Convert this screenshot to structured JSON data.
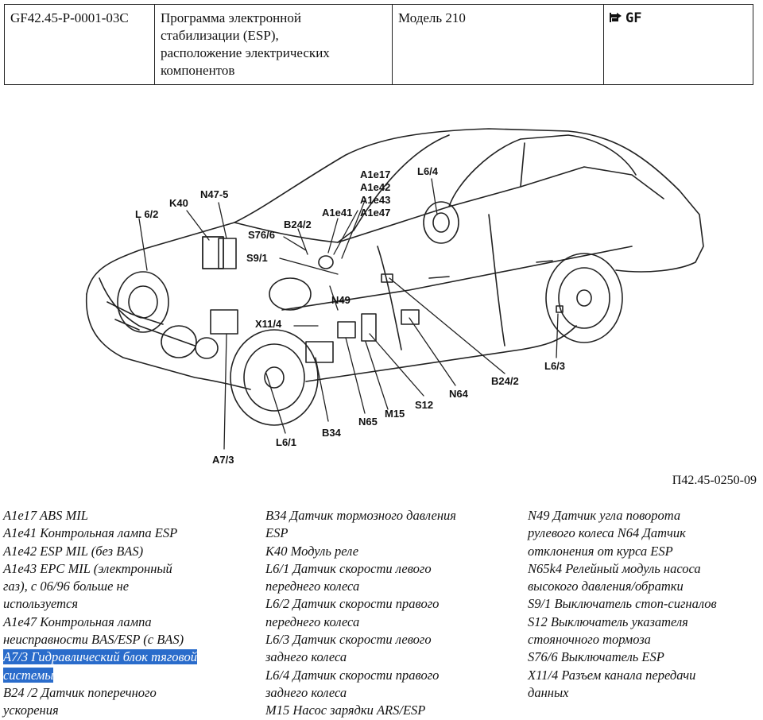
{
  "header": {
    "code": "GF42.45-P-0001-03C",
    "title_lines": [
      "Программа электронной",
      "стабилизации (ESP),",
      "расположение электрических",
      "компонентов"
    ],
    "model": "Модель 210",
    "gf_label": "GF",
    "gf_icon": "hand-pointer-icon"
  },
  "figure": {
    "code": "П42.45-0250-09",
    "callouts": {
      "l62": "L 6/2",
      "k40": "K40",
      "n475": "N47-5",
      "s766": "S76/6",
      "b242a": "B24/2",
      "s91": "S9/1",
      "a1e17": "A1e17",
      "a1e42": "A1e42",
      "a1e43": "A1e43",
      "a1e47": "A1e47",
      "a1e41": "A1e41",
      "l64": "L6/4",
      "n49": "N49",
      "x114": "X11/4",
      "b242b": "B24/2",
      "l63": "L6/3",
      "n64": "N64",
      "s12": "S12",
      "m15": "M15",
      "n65": "N65",
      "b34": "B34",
      "l61": "L6/1",
      "a73": "A7/3"
    }
  },
  "legend": {
    "col1": [
      "A1e17 ABS MIL",
      "A1e41 Контрольная лампа ESP",
      "A1e42 ESP MIL (без BAS)",
      "A1e43 EPC MIL (электронный",
      "газ), с 06/96 больше не",
      "используется",
      "A1e47 Контрольная лампа",
      "неисправности BAS/ESP (с BAS)",
      "A7/3 Гидравлический блок тяговой",
      "системы",
      "B24 /2 Датчик поперечного",
      "ускорения"
    ],
    "col2": [
      "B34 Датчик тормозного давления",
      "ESP",
      "K40 Модуль реле",
      "L6/1 Датчик скорости левого",
      "переднего колеса",
      "L6/2 Датчик скорости правого",
      "переднего колеса",
      "L6/3 Датчик скорости левого",
      "заднего колеса",
      "L6/4 Датчик скорости правого",
      "заднего колеса",
      "M15 Насос зарядки ARS/ESP"
    ],
    "col3": [
      "N49 Датчик угла поворота",
      "рулевого колеса N64 Датчик",
      "отклонения от курса ESP",
      "N65k4 Релейный модуль насоса",
      "высокого давления/обратки",
      "S9/1 Выключатель стоп-сигналов",
      "S12 Выключатель указателя",
      "стояночного тормоза",
      "S76/6 Выключатель ESP",
      "X11/4 Разъем канала передачи",
      "данных"
    ]
  },
  "colors": {
    "highlight": "#2a6ccb",
    "line": "#222222"
  }
}
